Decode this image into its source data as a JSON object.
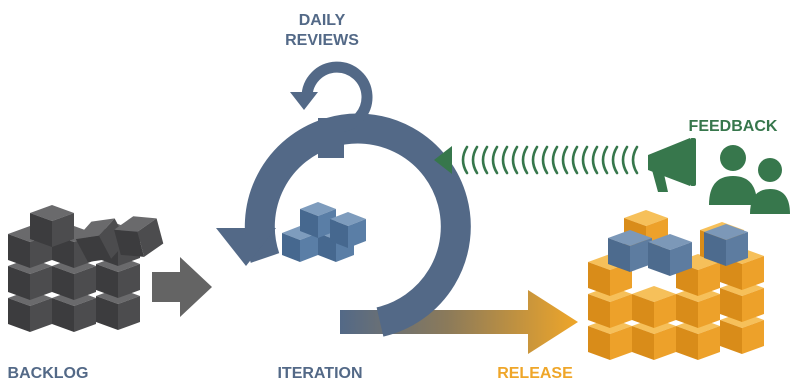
{
  "labels": {
    "daily_reviews_line1": "DAILY",
    "daily_reviews_line2": "REVIEWS",
    "feedback": "FEEDBACK",
    "backlog": "BACKLOG",
    "iteration": "ITERATION",
    "release": "RELEASE"
  },
  "colors": {
    "backlog": "#444446",
    "iteration": "#536987",
    "iteration_cube": "#5c7da3",
    "release": "#efa629",
    "release_top": "#5b7c9e",
    "feedback": "#37774c",
    "arrow_gray": "#646464"
  },
  "icons": {
    "megaphone": "megaphone-icon",
    "users": "users-icon",
    "sound_waves": "sound-waves-icon"
  }
}
